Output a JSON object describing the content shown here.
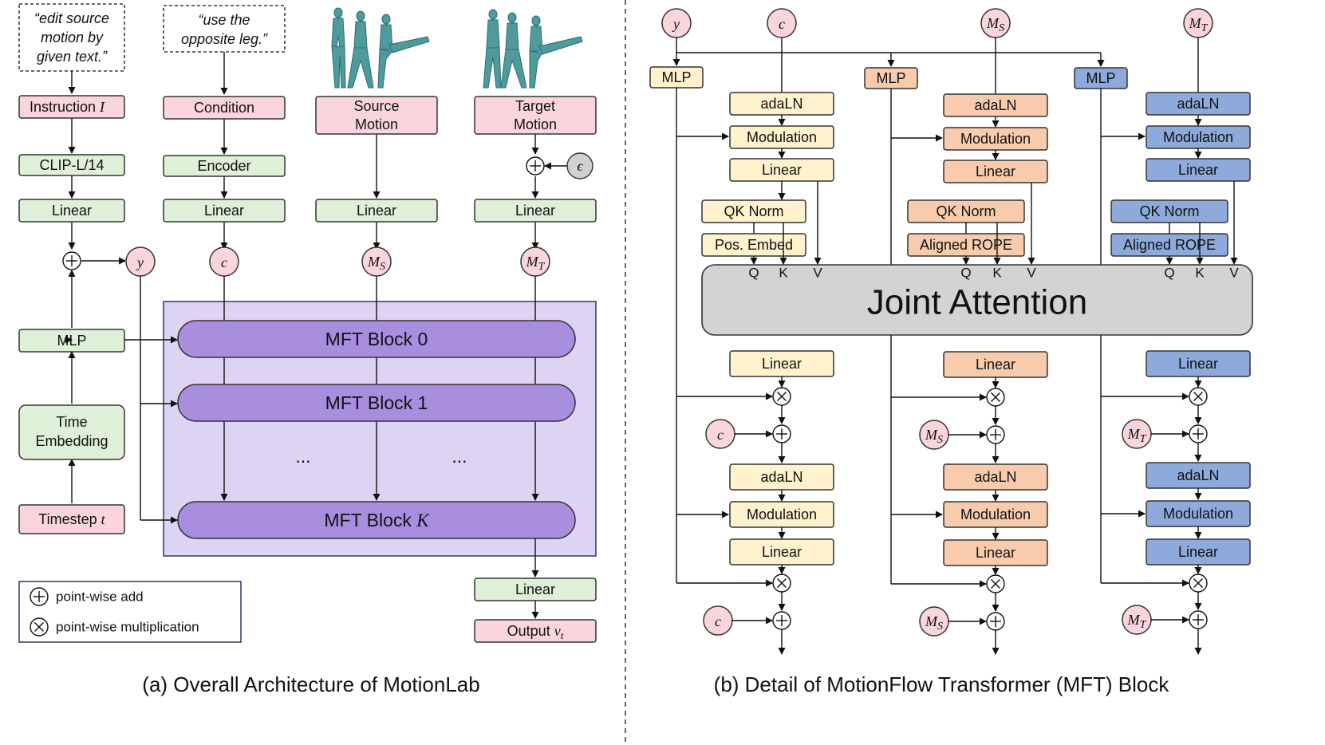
{
  "left": {
    "quote_instruction": [
      "“edit source",
      "motion by",
      "given text.”"
    ],
    "quote_condition": [
      "“use the",
      "opposite leg.”"
    ],
    "instruction": "Instruction",
    "instruction_var": "I",
    "condition": "Condition",
    "source_motion": [
      "Source",
      "Motion"
    ],
    "target_motion": [
      "Target",
      "Motion"
    ],
    "clip": "CLIP-L/14",
    "encoder": "Encoder",
    "linear": "Linear",
    "mlp": "MLP",
    "time_embedding": [
      "Time",
      "Embedding"
    ],
    "timestep": "Timestep",
    "timestep_var": "t",
    "epsilon": "ϵ",
    "sym_y": "y",
    "sym_c": "c",
    "sym_ms": "M",
    "sym_ms_sub": "S",
    "sym_mt": "M",
    "sym_mt_sub": "T",
    "block0": "MFT Block 0",
    "block1": "MFT Block 1",
    "blockk": "MFT Block",
    "blockk_var": "K",
    "dots": "...",
    "output": "Output",
    "output_var": "v",
    "output_sub": "t",
    "legend_add": "point-wise add",
    "legend_mul": "point-wise multiplication",
    "caption": "(a) Overall Architecture of MotionLab"
  },
  "right": {
    "mlp": "MLP",
    "adaln": "adaLN",
    "modulation": "Modulation",
    "linear": "Linear",
    "qknorm": "QK Norm",
    "posembed": "Pos. Embed",
    "rope": "Aligned ROPE",
    "q": "Q",
    "k": "K",
    "v": "V",
    "joint_attention": "Joint Attention",
    "caption": "(b) Detail of MotionFlow Transformer (MFT) Block"
  },
  "colors": {
    "pink": "#fbd5dc",
    "green": "#dff0d8",
    "yellow": "#fff2cc",
    "orange": "#f8cbad",
    "blue": "#8eaadb",
    "purple_block": "#a98ee0",
    "purple_bg": "#ddd3f3",
    "attention_gray": "#d3d3d3",
    "figure_teal": "#4f9a9c"
  }
}
